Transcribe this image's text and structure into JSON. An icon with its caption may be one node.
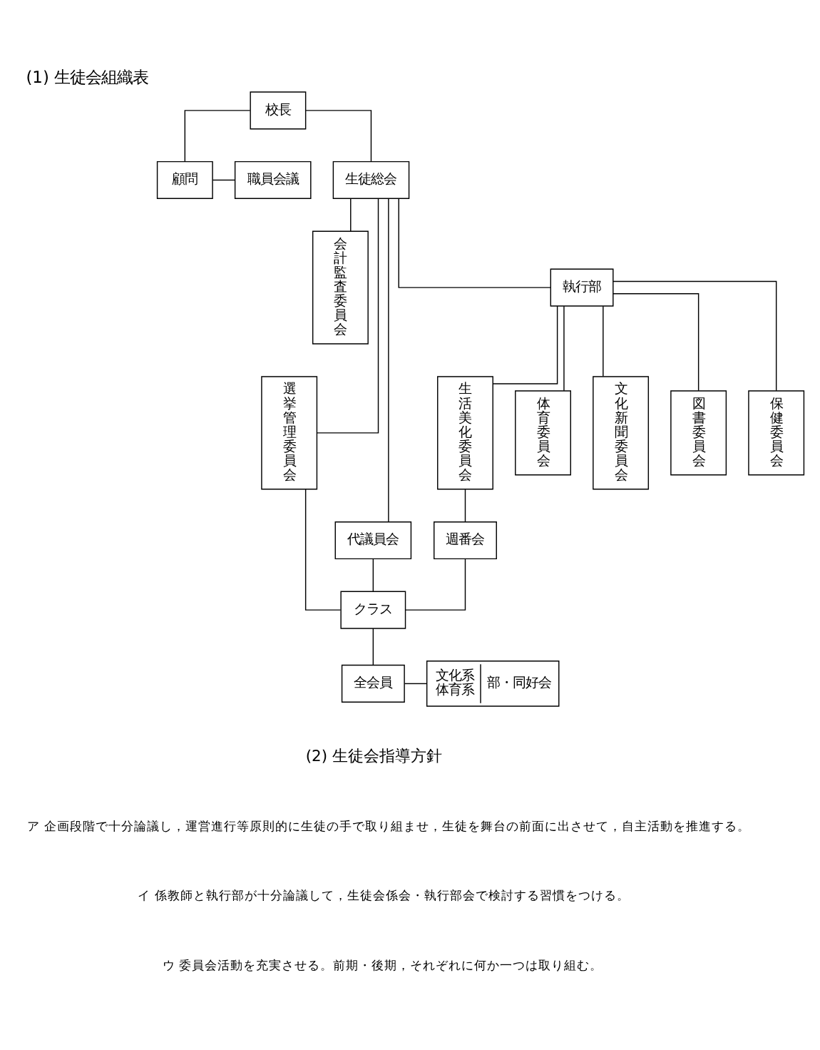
{
  "diagram": {
    "title": "(1) 生徒会組織表",
    "nodes": [
      {
        "text": [
          "校長"
        ]
      },
      {
        "text": [
          "顧問"
        ]
      },
      {
        "text": [
          "職員会議"
        ]
      },
      {
        "text": [
          "生徒総会"
        ]
      },
      {
        "text": [
          "選挙管理委員会"
        ]
      },
      {
        "text": [
          "会計監査委員会"
        ]
      },
      {
        "text": [
          "代議員会"
        ]
      },
      {
        "text": [
          "執行部"
        ]
      },
      {
        "text": [
          "生活美化委員会"
        ]
      },
      {
        "text": [
          "体育委員会"
        ]
      },
      {
        "text": [
          "文化新聞委員会"
        ]
      },
      {
        "text": [
          "図書委員会"
        ]
      },
      {
        "text": [
          "保健委員会"
        ]
      },
      {
        "text": [
          "週番会"
        ]
      },
      {
        "text": [
          "クラス"
        ]
      },
      {
        "text": [
          "全会員"
        ]
      },
      {
        "text": [
          "文化系",
          "体育系",
          "部・同好会"
        ]
      }
    ],
    "edges": [
      {
        "from": 0,
        "to": 3,
        "arrow": "none"
      },
      {
        "from": 0,
        "to": 1,
        "arrow": "none"
      },
      {
        "from": 1,
        "to": 2,
        "arrow": "none"
      },
      {
        "from": 3,
        "to": 4,
        "arrow": "none"
      },
      {
        "from": 3,
        "to": 5,
        "arrow": "none"
      },
      {
        "from": 3,
        "to": 6,
        "arrow": "none"
      },
      {
        "from": 3,
        "to": 7,
        "arrow": "none"
      },
      {
        "from": 7,
        "to": 8,
        "arrow": "none"
      },
      {
        "from": 7,
        "to": 9,
        "arrow": "none"
      },
      {
        "from": 7,
        "to": 10,
        "arrow": "none"
      },
      {
        "from": 7,
        "to": 11,
        "arrow": "none"
      },
      {
        "from": 7,
        "to": 12,
        "arrow": "none"
      },
      {
        "from": 8,
        "to": 13,
        "arrow": "none"
      },
      {
        "from": 4,
        "to": 14,
        "arrow": "none"
      },
      {
        "from": 6,
        "to": 14,
        "arrow": "none"
      },
      {
        "from": 13,
        "to": 14,
        "arrow": "none"
      },
      {
        "from": 14,
        "to": 15,
        "arrow": "none"
      },
      {
        "from": 15,
        "to": 16,
        "arrow": "none"
      }
    ],
    "labels": [
      "(2) 生徒会指導方針",
      "ア 企画段階で十分論議し，運営進行等原則的に生徒の手で取り組ませ，生徒を舞台の前面に出させて，自主活動を推進する。",
      "イ 係教師と執行部が十分論議して，生徒会係会・執行部会で検討する習慣をつける。",
      "ウ 委員会活動を充実させる。前期・後期，それぞれに何か一つは取り組む。"
    ]
  }
}
